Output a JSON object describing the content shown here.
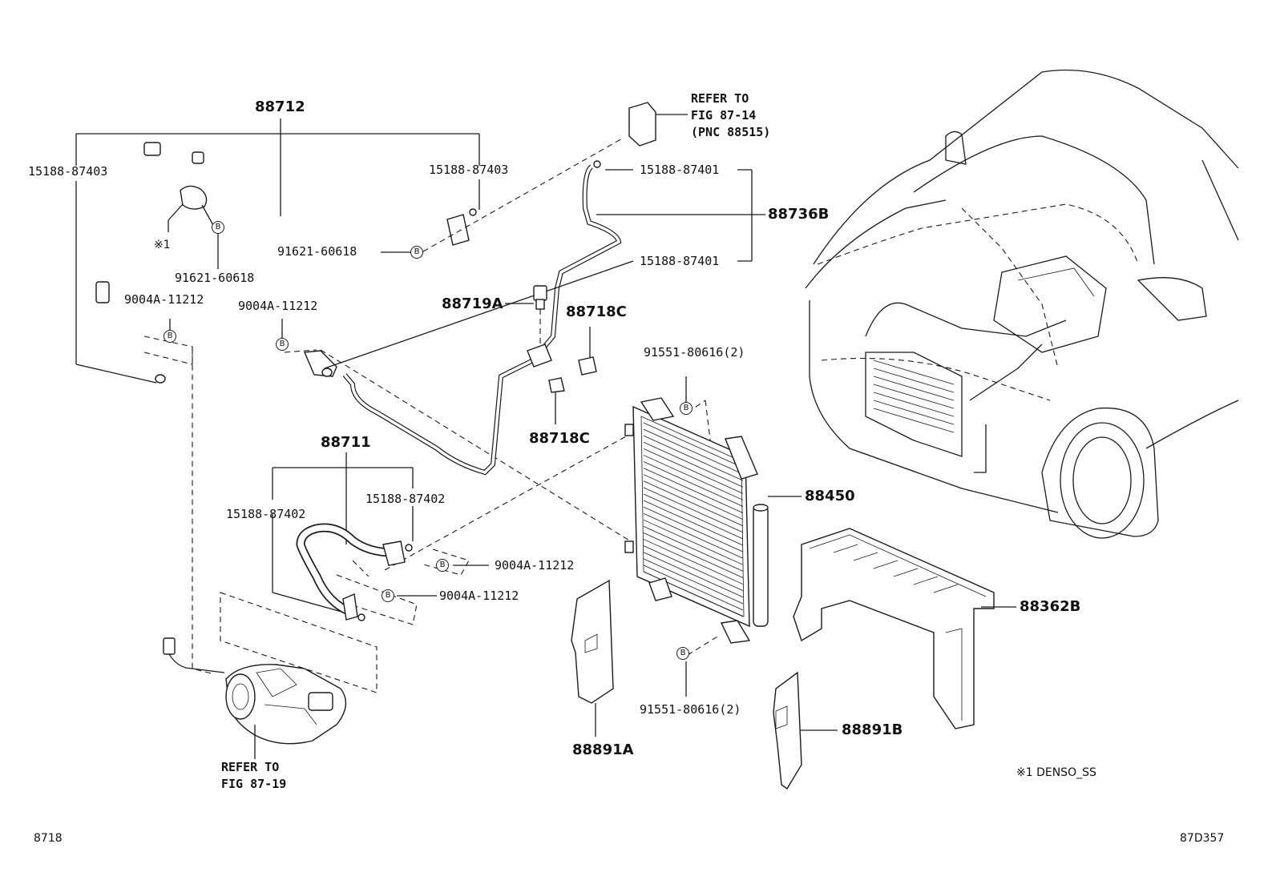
{
  "labels": {
    "p88712": "88712",
    "p15188_87403_left": "15188-87403",
    "p15188_87403_right": "15188-87403",
    "note_x1": "※1",
    "p91621_60618_lower": "91621-60618",
    "p91621_60618_mid": "91621-60618",
    "p9004A_11212_a": "9004A-11212",
    "p9004A_11212_b": "9004A-11212",
    "p9004A_11212_c": "9004A-11212",
    "p9004A_11212_d": "9004A-11212",
    "p15188_87401_top": "15188-87401",
    "p15188_87401_bottom": "15188-87401",
    "p88736B": "88736B",
    "p88719A": "88719A",
    "p88718C_top": "88718C",
    "p88718C_bottom": "88718C",
    "p91551_80616_top": "91551-80616(2)",
    "p91551_80616_bottom": "91551-80616(2)",
    "p88711": "88711",
    "p15188_87402_left": "15188-87402",
    "p15188_87402_right": "15188-87402",
    "p88450": "88450",
    "p88362B": "88362B",
    "p88891A": "88891A",
    "p88891B": "88891B",
    "footnote": "※1  DENSO_SS",
    "page_left": "8718",
    "page_right": "87D357"
  },
  "refs": {
    "ref_top": "REFER TO\nFIG 87-14\n(PNC 88515)",
    "ref_bottom": "REFER TO\nFIG 87-19"
  },
  "callout_marker": "B"
}
